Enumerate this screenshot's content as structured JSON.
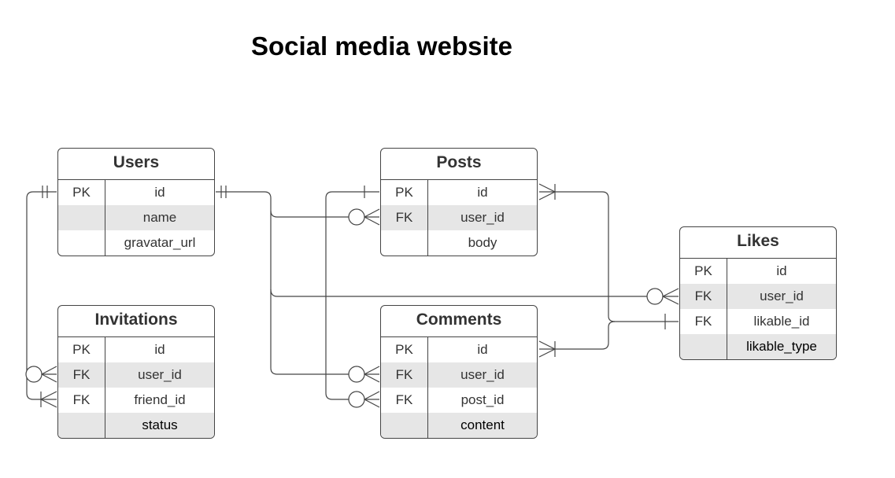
{
  "title": "Social media website",
  "colors": {
    "line": "#444444",
    "shade": "#e6e6e6"
  },
  "entities": {
    "users": {
      "name": "Users",
      "rows": [
        {
          "key": "PK",
          "field": "id"
        },
        {
          "key": "",
          "field": "name"
        },
        {
          "key": "",
          "field": "gravatar_url"
        }
      ]
    },
    "invitations": {
      "name": "Invitations",
      "rows": [
        {
          "key": "PK",
          "field": "id"
        },
        {
          "key": "FK",
          "field": "user_id"
        },
        {
          "key": "FK",
          "field": "friend_id"
        },
        {
          "key": "",
          "field": "status"
        }
      ]
    },
    "posts": {
      "name": "Posts",
      "rows": [
        {
          "key": "PK",
          "field": "id"
        },
        {
          "key": "FK",
          "field": "user_id"
        },
        {
          "key": "",
          "field": "body"
        }
      ]
    },
    "comments": {
      "name": "Comments",
      "rows": [
        {
          "key": "PK",
          "field": "id"
        },
        {
          "key": "FK",
          "field": "user_id"
        },
        {
          "key": "FK",
          "field": "post_id"
        },
        {
          "key": "",
          "field": "content"
        }
      ]
    },
    "likes": {
      "name": "Likes",
      "rows": [
        {
          "key": "PK",
          "field": "id"
        },
        {
          "key": "FK",
          "field": "user_id"
        },
        {
          "key": "FK",
          "field": "likable_id"
        },
        {
          "key": "",
          "field": "likable_type"
        }
      ]
    }
  },
  "relationships": [
    {
      "from": "users.id",
      "to": "posts.user_id",
      "from_card": "one-and-only-one",
      "to_card": "zero-or-many"
    },
    {
      "from": "users.id",
      "to": "comments.user_id",
      "from_card": "one-and-only-one",
      "to_card": "zero-or-many"
    },
    {
      "from": "users.id",
      "to": "likes.user_id",
      "from_card": "one-and-only-one",
      "to_card": "zero-or-many"
    },
    {
      "from": "users.id",
      "to": "invitations.user_id",
      "from_card": "one-and-only-one",
      "to_card": "zero-or-many"
    },
    {
      "from": "users.id",
      "to": "invitations.friend_id",
      "from_card": "one-and-only-one",
      "to_card": "one-or-many"
    },
    {
      "from": "posts.id",
      "to": "comments.post_id",
      "from_card": "one",
      "to_card": "zero-or-many"
    },
    {
      "from": "likes.likable_id",
      "to": "posts.id",
      "from_card": "one",
      "to_card": "one-or-many"
    },
    {
      "from": "likes.likable_id",
      "to": "comments.id",
      "from_card": "one",
      "to_card": "one-or-many"
    }
  ]
}
